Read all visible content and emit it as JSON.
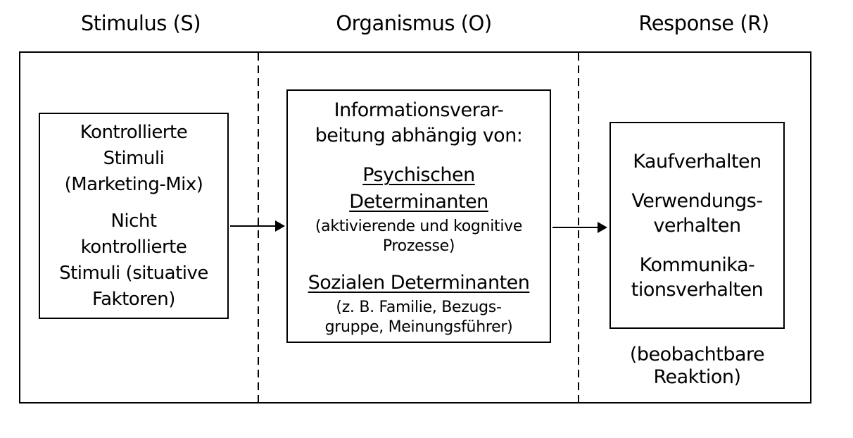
{
  "colors": {
    "ink": "#000000",
    "paper": "#ffffff"
  },
  "column_headers": {
    "stimulus": "Stimulus (S)",
    "organismus": "Organismus (O)",
    "response": "Response (R)"
  },
  "stimulus_box": {
    "controlled_stimuli": [
      "Kontrollierte",
      "Stimuli",
      "(Marketing-Mix)"
    ],
    "uncontrolled_stimuli": [
      "Nicht",
      "kontrollierte",
      "Stimuli (situative",
      "Faktoren)"
    ]
  },
  "organismus_box": {
    "intro": [
      "Informationsverar-",
      "beitung abhängig von:"
    ],
    "psychic_determinants_heading": [
      "Psychischen",
      "Determinanten"
    ],
    "psychic_determinants_note": [
      "(aktivierende und kognitive",
      "Prozesse)"
    ],
    "social_determinants_heading": [
      "Sozialen Determinanten"
    ],
    "social_determinants_note": [
      "(z. B. Familie, Bezugs-",
      "gruppe, Meinungsführer)"
    ]
  },
  "response_box": {
    "buying_behavior": [
      "Kaufverhalten"
    ],
    "usage_behavior": [
      "Verwendungs-",
      "verhalten"
    ],
    "communication_behavior": [
      "Kommunika-",
      "tionsverhalten"
    ]
  },
  "response_caption": [
    "(beobachtbare",
    "Reaktion)"
  ]
}
